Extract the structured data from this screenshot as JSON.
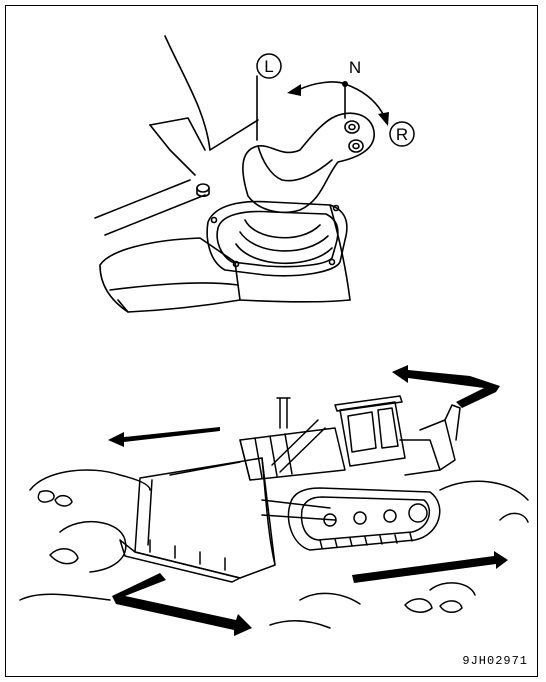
{
  "figure": {
    "lever_labels": {
      "left": "L",
      "neutral": "N",
      "right": "R"
    },
    "figure_code": "9JH02971"
  },
  "colors": {
    "line": "#000000",
    "background": "#ffffff"
  },
  "icons": [
    "joystick-lever-icon",
    "bulldozer-icon",
    "direction-arrow-icon"
  ]
}
